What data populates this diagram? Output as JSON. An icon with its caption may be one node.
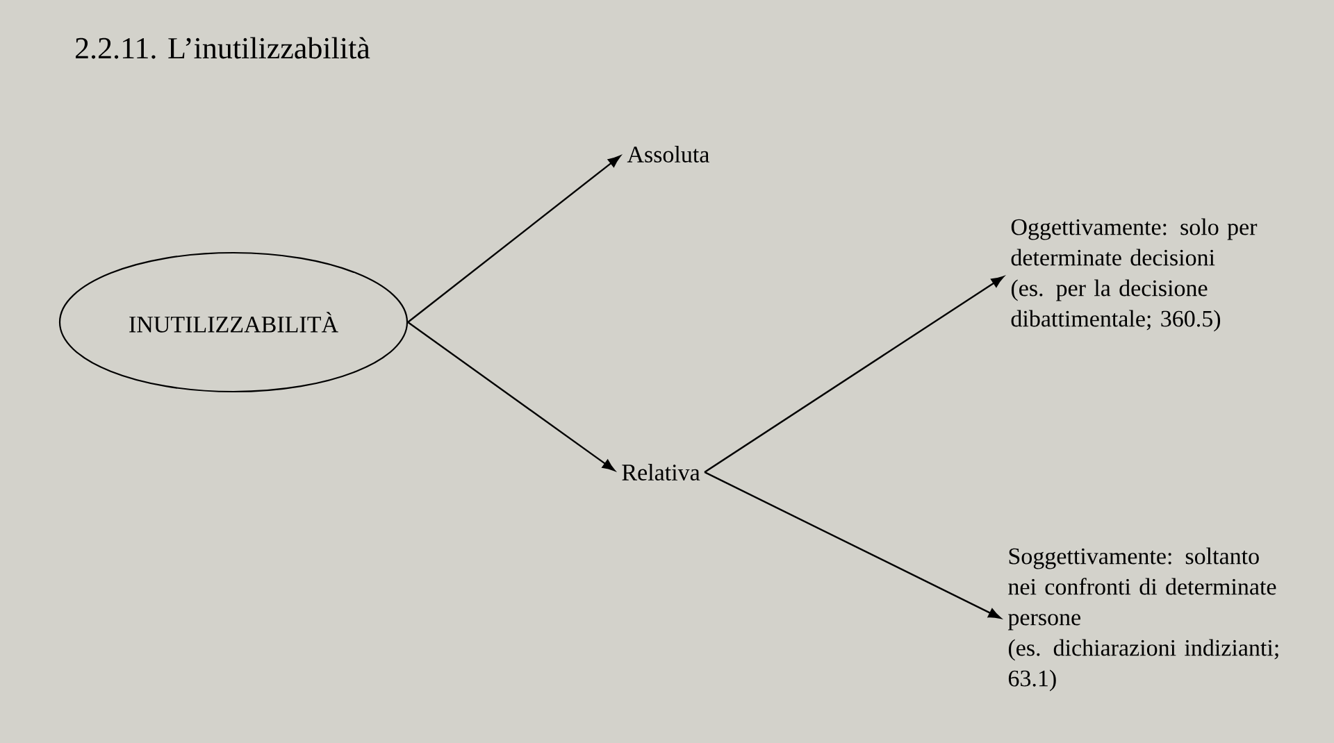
{
  "diagram": {
    "title": "2.2.11. L’inutilizzabilità",
    "nodes": [
      {
        "text": [
          "INUTILIZZABILITÀ"
        ]
      },
      {
        "text": [
          "Assoluta"
        ]
      },
      {
        "text": [
          "Relativa"
        ]
      },
      {
        "text": [
          "Oggettivamente: solo per determinate decisioni",
          "(es. per la decisione dibattimentale; 360.5)"
        ]
      },
      {
        "text": [
          "Soggettivamente: soltanto nei confronti di determinate persone",
          "(es. dichiarazioni indizianti; 63.1)"
        ]
      }
    ],
    "edges": [
      {
        "from": 0,
        "to": 1,
        "arrow": "to"
      },
      {
        "from": 0,
        "to": 2,
        "arrow": "to"
      },
      {
        "from": 2,
        "to": 3,
        "arrow": "to"
      },
      {
        "from": 2,
        "to": 4,
        "arrow": "to"
      }
    ]
  }
}
